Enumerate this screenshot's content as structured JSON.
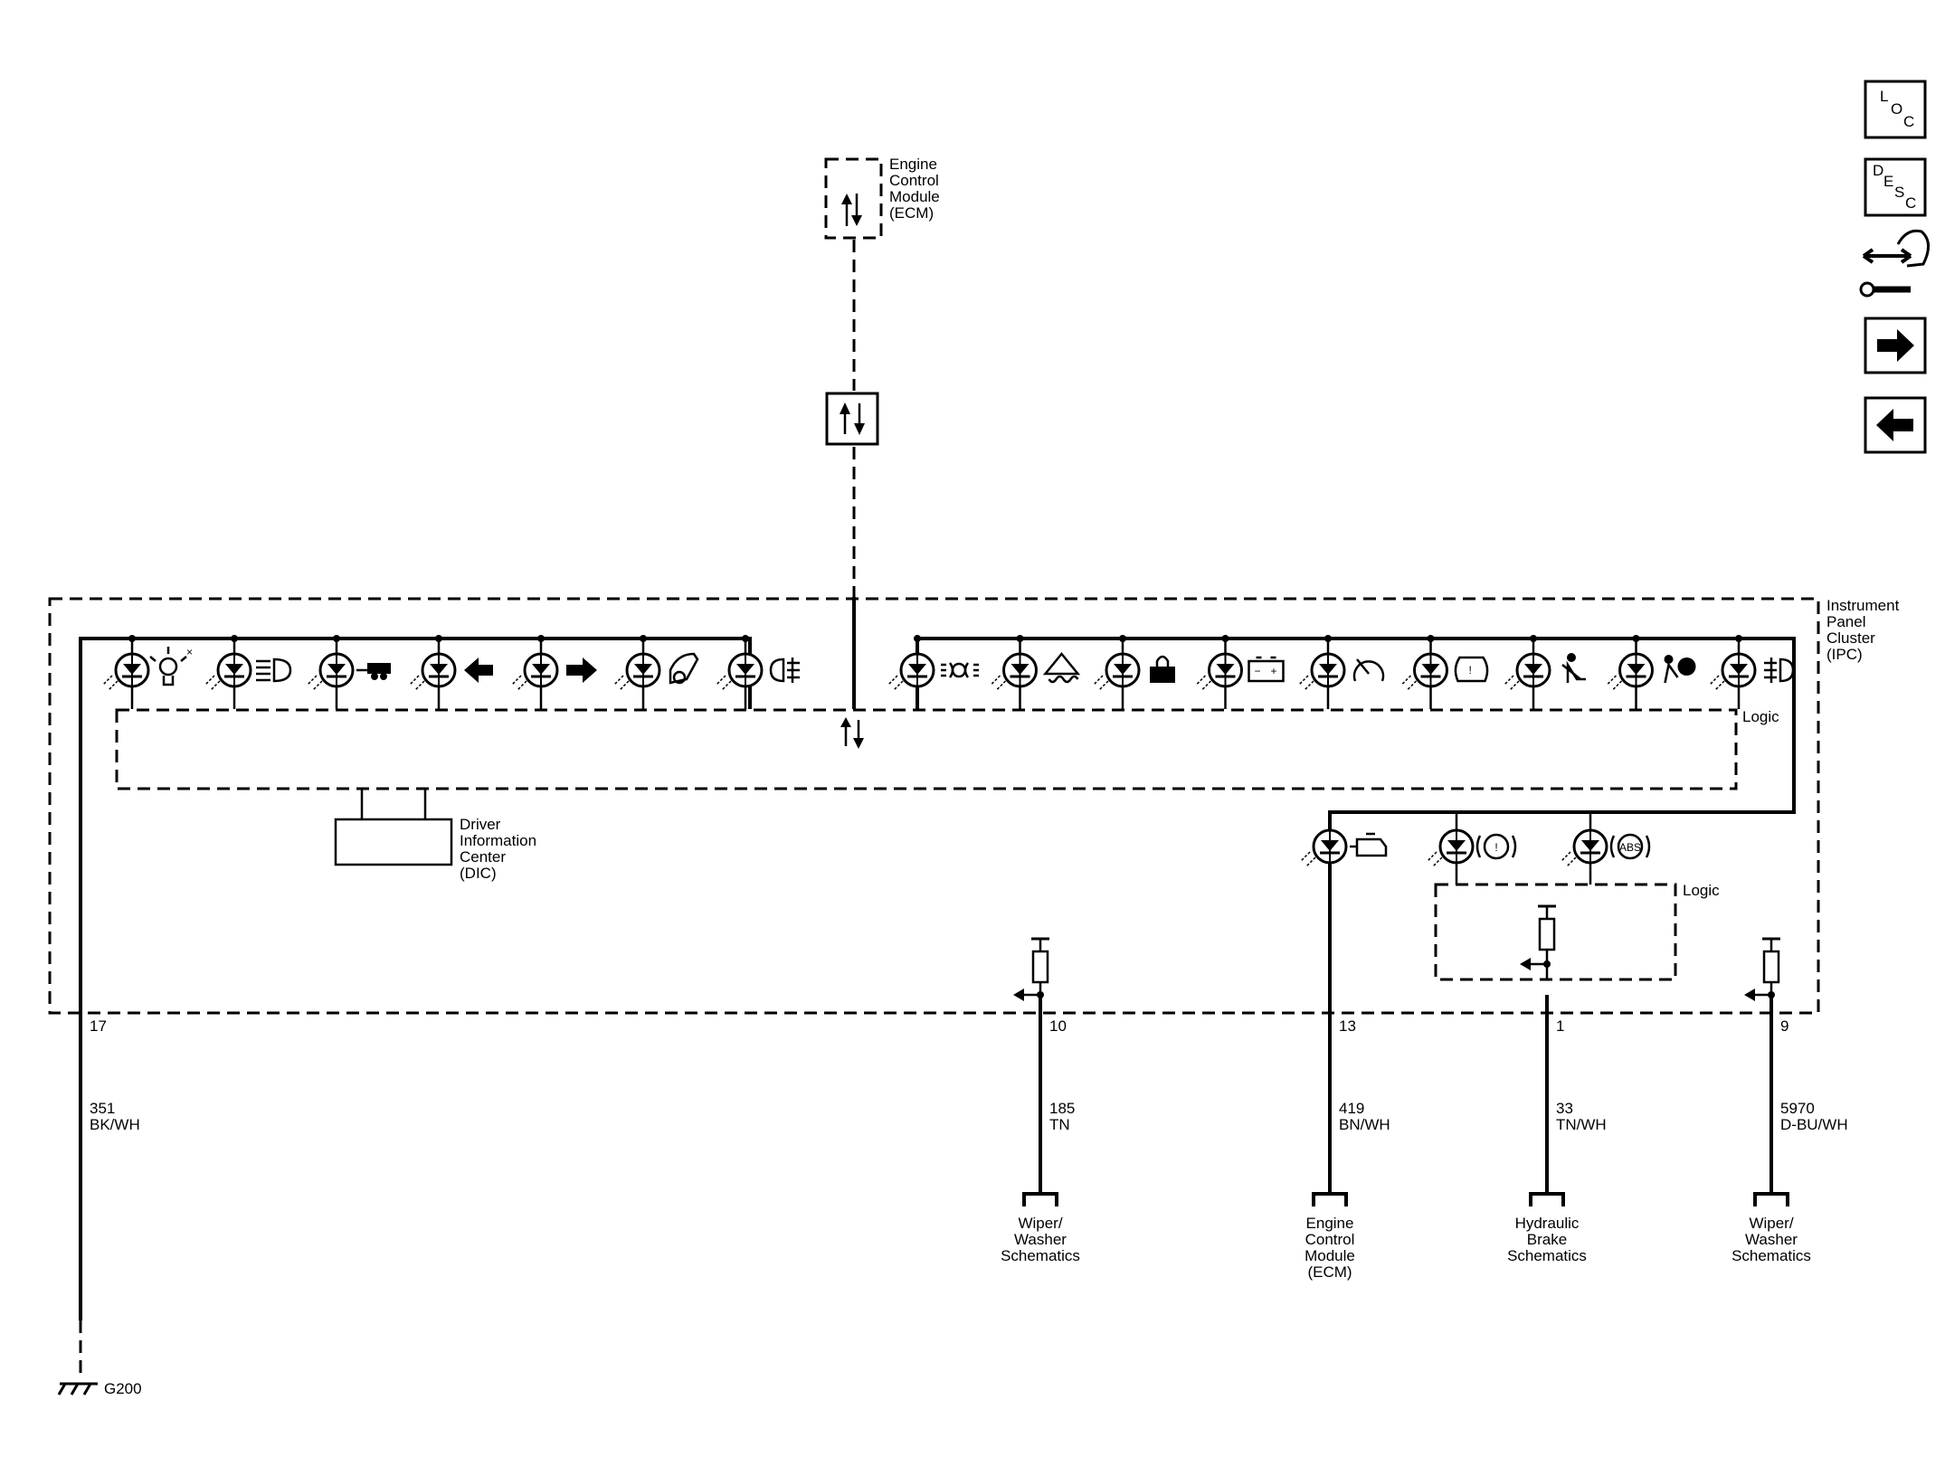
{
  "ecm_top": {
    "label_lines": [
      "Engine",
      "Control",
      "Module",
      "(ECM)"
    ]
  },
  "ipc": {
    "label_lines": [
      "Instrument",
      "Panel",
      "Cluster",
      "(IPC)"
    ],
    "logic_label": "Logic",
    "brake_logic_label": "Logic",
    "dic_label_lines": [
      "Driver",
      "Information",
      "Center",
      "(DIC)"
    ]
  },
  "indicators_left": [
    {
      "icon": "bulb-out-icon"
    },
    {
      "icon": "high-beam-icon"
    },
    {
      "icon": "tow-haul-icon"
    },
    {
      "icon": "turn-left-icon"
    },
    {
      "icon": "turn-right-icon"
    },
    {
      "icon": "hood-ajar-icon"
    },
    {
      "icon": "rear-fog-icon"
    }
  ],
  "indicators_right": [
    {
      "icon": "park-lamps-icon"
    },
    {
      "icon": "traction-control-icon"
    },
    {
      "icon": "security-icon"
    },
    {
      "icon": "battery-icon"
    },
    {
      "icon": "cruise-icon"
    },
    {
      "icon": "tire-pressure-icon"
    },
    {
      "icon": "seatbelt-icon"
    },
    {
      "icon": "airbag-icon"
    },
    {
      "icon": "front-fog-icon"
    }
  ],
  "indicators_lower": [
    {
      "icon": "check-engine-icon"
    },
    {
      "icon": "brake-warning-icon",
      "text": "!"
    },
    {
      "icon": "abs-icon",
      "text": "ABS"
    }
  ],
  "circuits": [
    {
      "pin": "17",
      "circuit": "351",
      "color": "BK/WH",
      "ground": "G200"
    },
    {
      "pin": "10",
      "circuit": "185",
      "color": "TN",
      "dest_lines": [
        "Wiper/",
        "Washer",
        "Schematics"
      ]
    },
    {
      "pin": "13",
      "circuit": "419",
      "color": "BN/WH",
      "dest_lines": [
        "Engine",
        "Control",
        "Module",
        "(ECM)"
      ]
    },
    {
      "pin": "1",
      "circuit": "33",
      "color": "TN/WH",
      "dest_lines": [
        "Hydraulic",
        "Brake",
        "Schematics"
      ]
    },
    {
      "pin": "9",
      "circuit": "5970",
      "color": "D-BU/WH",
      "dest_lines": [
        "Wiper/",
        "Washer",
        "Schematics"
      ]
    }
  ],
  "nav": {
    "loc": [
      "L",
      "O",
      "C"
    ],
    "desc": [
      "D",
      "E",
      "S",
      "C"
    ]
  }
}
